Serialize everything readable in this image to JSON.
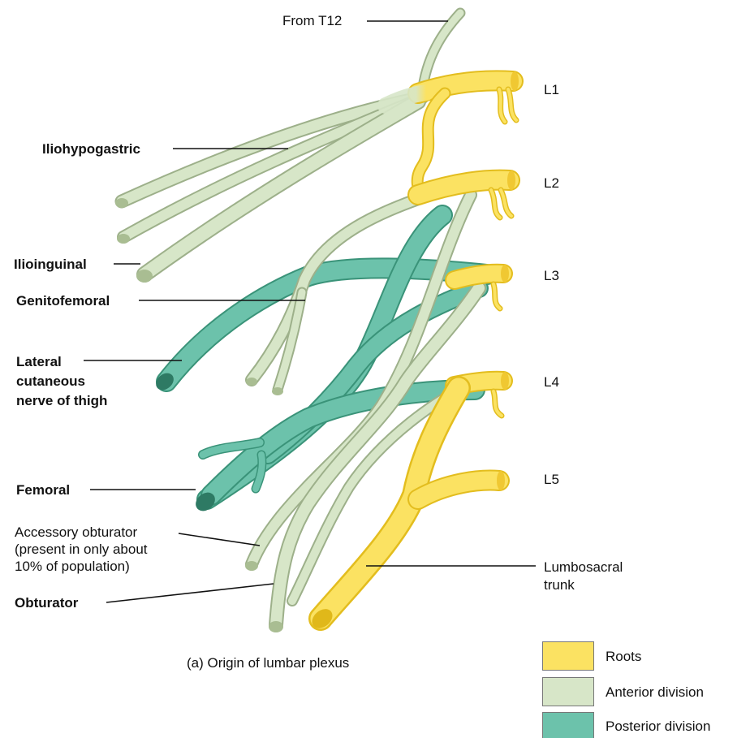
{
  "colors": {
    "roots": "#fbe262",
    "anterior": "#d7e6c8",
    "posterior": "#6cc2ab",
    "roots_edge": "#e3bd1e",
    "anterior_edge": "#9db08a",
    "posterior_edge": "#3a9379"
  },
  "labels": {
    "from_t12": "From T12",
    "iliohypogastric": "Iliohypogastric",
    "ilioinguinal": "Ilioinguinal",
    "genitofemoral": "Genitofemoral",
    "lateral_cutaneous": "Lateral\ncutaneous\nnerve of thigh",
    "femoral": "Femoral",
    "accessory_obturator": "Accessory obturator\n(present in only about\n10% of population)",
    "obturator": "Obturator",
    "lumbosacral_trunk": "Lumbosacral\ntrunk"
  },
  "levels": [
    "L1",
    "L2",
    "L3",
    "L4",
    "L5"
  ],
  "caption": "(a) Origin of lumbar plexus",
  "legend": [
    {
      "label": "Roots",
      "color": "#fbe262"
    },
    {
      "label": "Anterior division",
      "color": "#d7e6c8"
    },
    {
      "label": "Posterior division",
      "color": "#6cc2ab"
    }
  ]
}
